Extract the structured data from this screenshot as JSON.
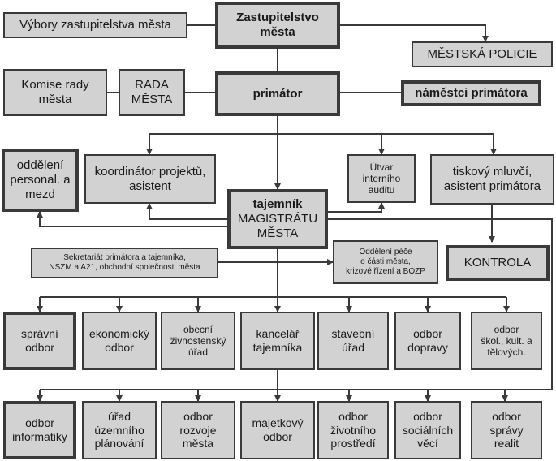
{
  "diagram": {
    "colors": {
      "box_fill": "#d2d2d2",
      "border": "#3a3a3a",
      "line": "#3a3a3a"
    },
    "nodes": {
      "vybory": "Výbory zastupitelstva města",
      "zastupitelstvo": "Zastupitelstvo\nměsta",
      "policie": "MĚSTSKÁ POLICIE",
      "komise": "Komise rady\nměsta",
      "rada": "RADA\nMĚSTA",
      "primator": "primátor",
      "namestci": "náměstci primátora",
      "personal": "oddělení\npersonal. a\nmezd",
      "koordinator": "koordinátor projektů,\nasistent",
      "audit": "Útvar\ninterního\nauditu",
      "tiskovy": "tiskový mluvčí,\nasistent primátora",
      "tajemnik_title": "tajemník",
      "tajemnik_sub": "MAGISTRÁTU\nMĚSTA",
      "sekretariat": "Sekretariát primátora a tajemníka,\nNSZM a A21, obchodní společnosti města",
      "oddeleni_pece": "Oddělení péče\no části města,\nkrizové řízení a BOZP",
      "kontrola": "KONTROLA",
      "row1": [
        "správní\nodbor",
        "ekonomický\nodbor",
        "obecní\nživnostenský\núřad",
        "kancelář\ntajemníka",
        "stavební\núřad",
        "odbor\ndopravy",
        "odbor\nškol., kult. a\ntělových."
      ],
      "row2": [
        "odbor\ninformatiky",
        "úřad\núzemního\nplánování",
        "odbor\nrozvoje\nměsta",
        "majetkový\nodbor",
        "odbor\nživotního\nprostředí",
        "odbor\nsociálních\nvěcí",
        "odbor\nsprávy\nrealit"
      ]
    }
  }
}
